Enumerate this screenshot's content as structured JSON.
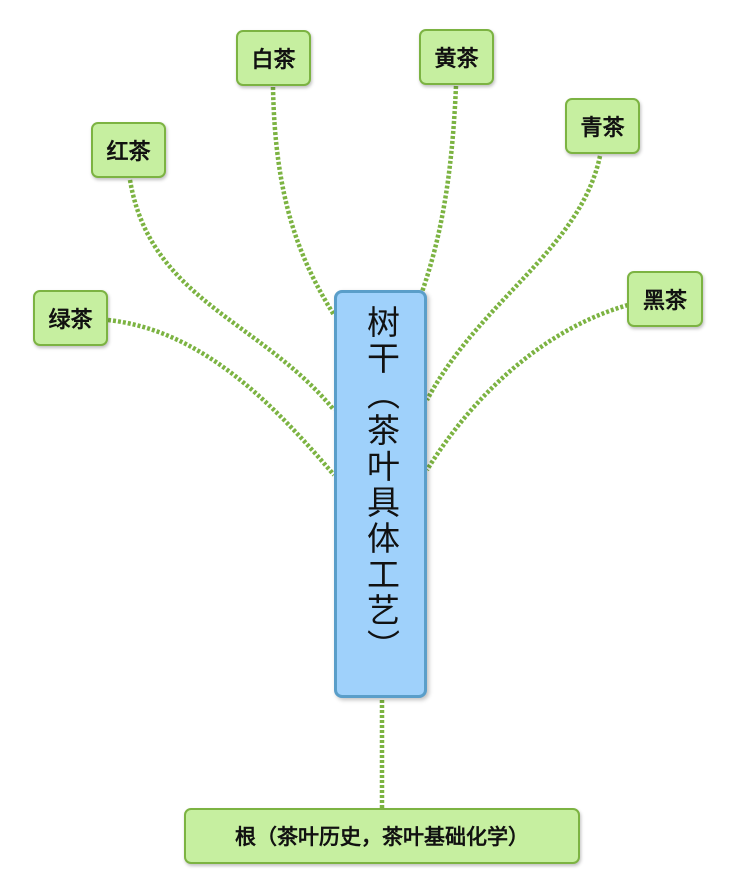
{
  "trunk": {
    "label": "树干（茶叶具体工艺）"
  },
  "root": {
    "label": "根（茶叶历史，茶叶基础化学）"
  },
  "branches": {
    "green": "绿茶",
    "red": "红茶",
    "white": "白茶",
    "yellow": "黄茶",
    "oolong": "青茶",
    "dark": "黑茶"
  },
  "colors": {
    "leaf_fill": "#c6efa0",
    "leaf_border": "#7cb342",
    "trunk_fill": "#9fd1fb",
    "trunk_border": "#5a9ec9",
    "connector": "#7cb342"
  }
}
